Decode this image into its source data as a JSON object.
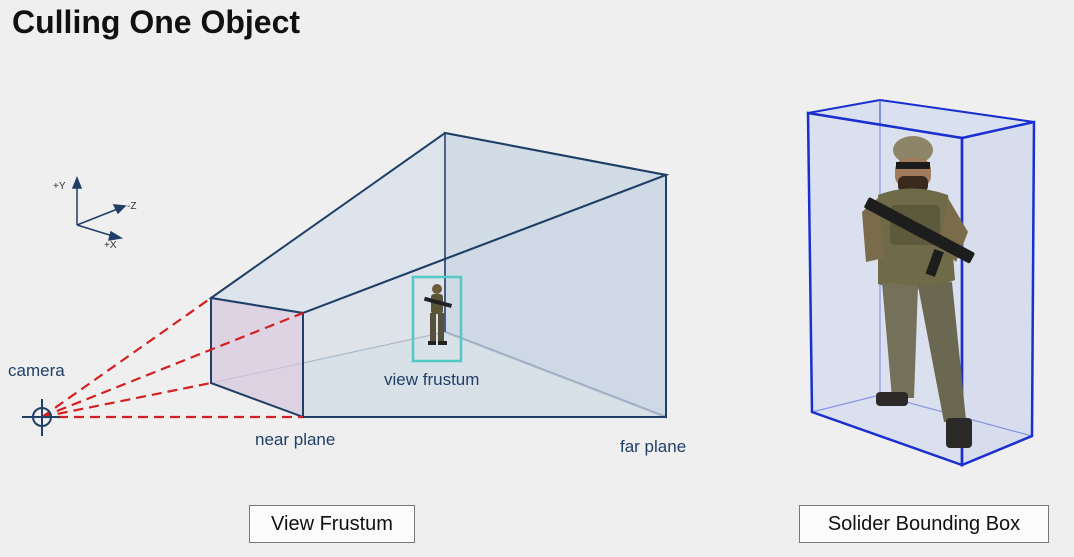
{
  "title": "Culling One Object",
  "axes": {
    "y_label": "+Y",
    "z_label": "-Z",
    "x_label": "+X"
  },
  "labels": {
    "camera": "camera",
    "near_plane": "near plane",
    "far_plane": "far plane",
    "view_frustum": "view frustum"
  },
  "captions": {
    "left": "View Frustum",
    "right": "Solider Bounding Box"
  },
  "colors": {
    "frustum_edge": "#1f3f66",
    "frustum_fill": "#c9d5e3",
    "near_fill": "#d9cde0",
    "dashed_ray": "#d42020",
    "bbox_edge": "#1a2fd0",
    "object_box": "#52c9c3"
  }
}
